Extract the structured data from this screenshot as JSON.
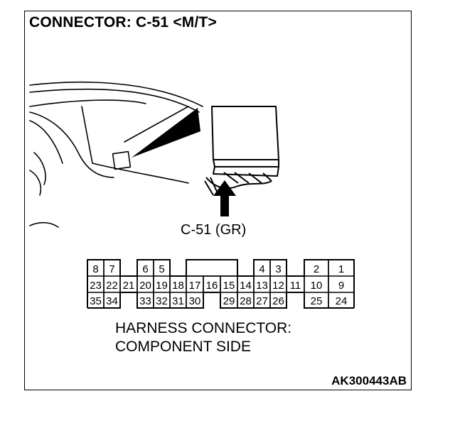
{
  "title": "CONNECTOR: C-51 <M/T>",
  "connector_label": "C-51 (GR)",
  "harness_line1": "HARNESS CONNECTOR:",
  "harness_line2": "COMPONENT SIDE",
  "figure_code": "AK300443AB",
  "pins": {
    "row1": [
      "8",
      "7",
      "6",
      "5",
      "4",
      "3",
      "2",
      "1"
    ],
    "row2": [
      "23",
      "22",
      "21",
      "20",
      "19",
      "18",
      "17",
      "16",
      "15",
      "14",
      "13",
      "12",
      "11",
      "10",
      "9"
    ],
    "row3": [
      "35",
      "34",
      "33",
      "32",
      "31",
      "30",
      "29",
      "28",
      "27",
      "26",
      "25",
      "24"
    ]
  }
}
